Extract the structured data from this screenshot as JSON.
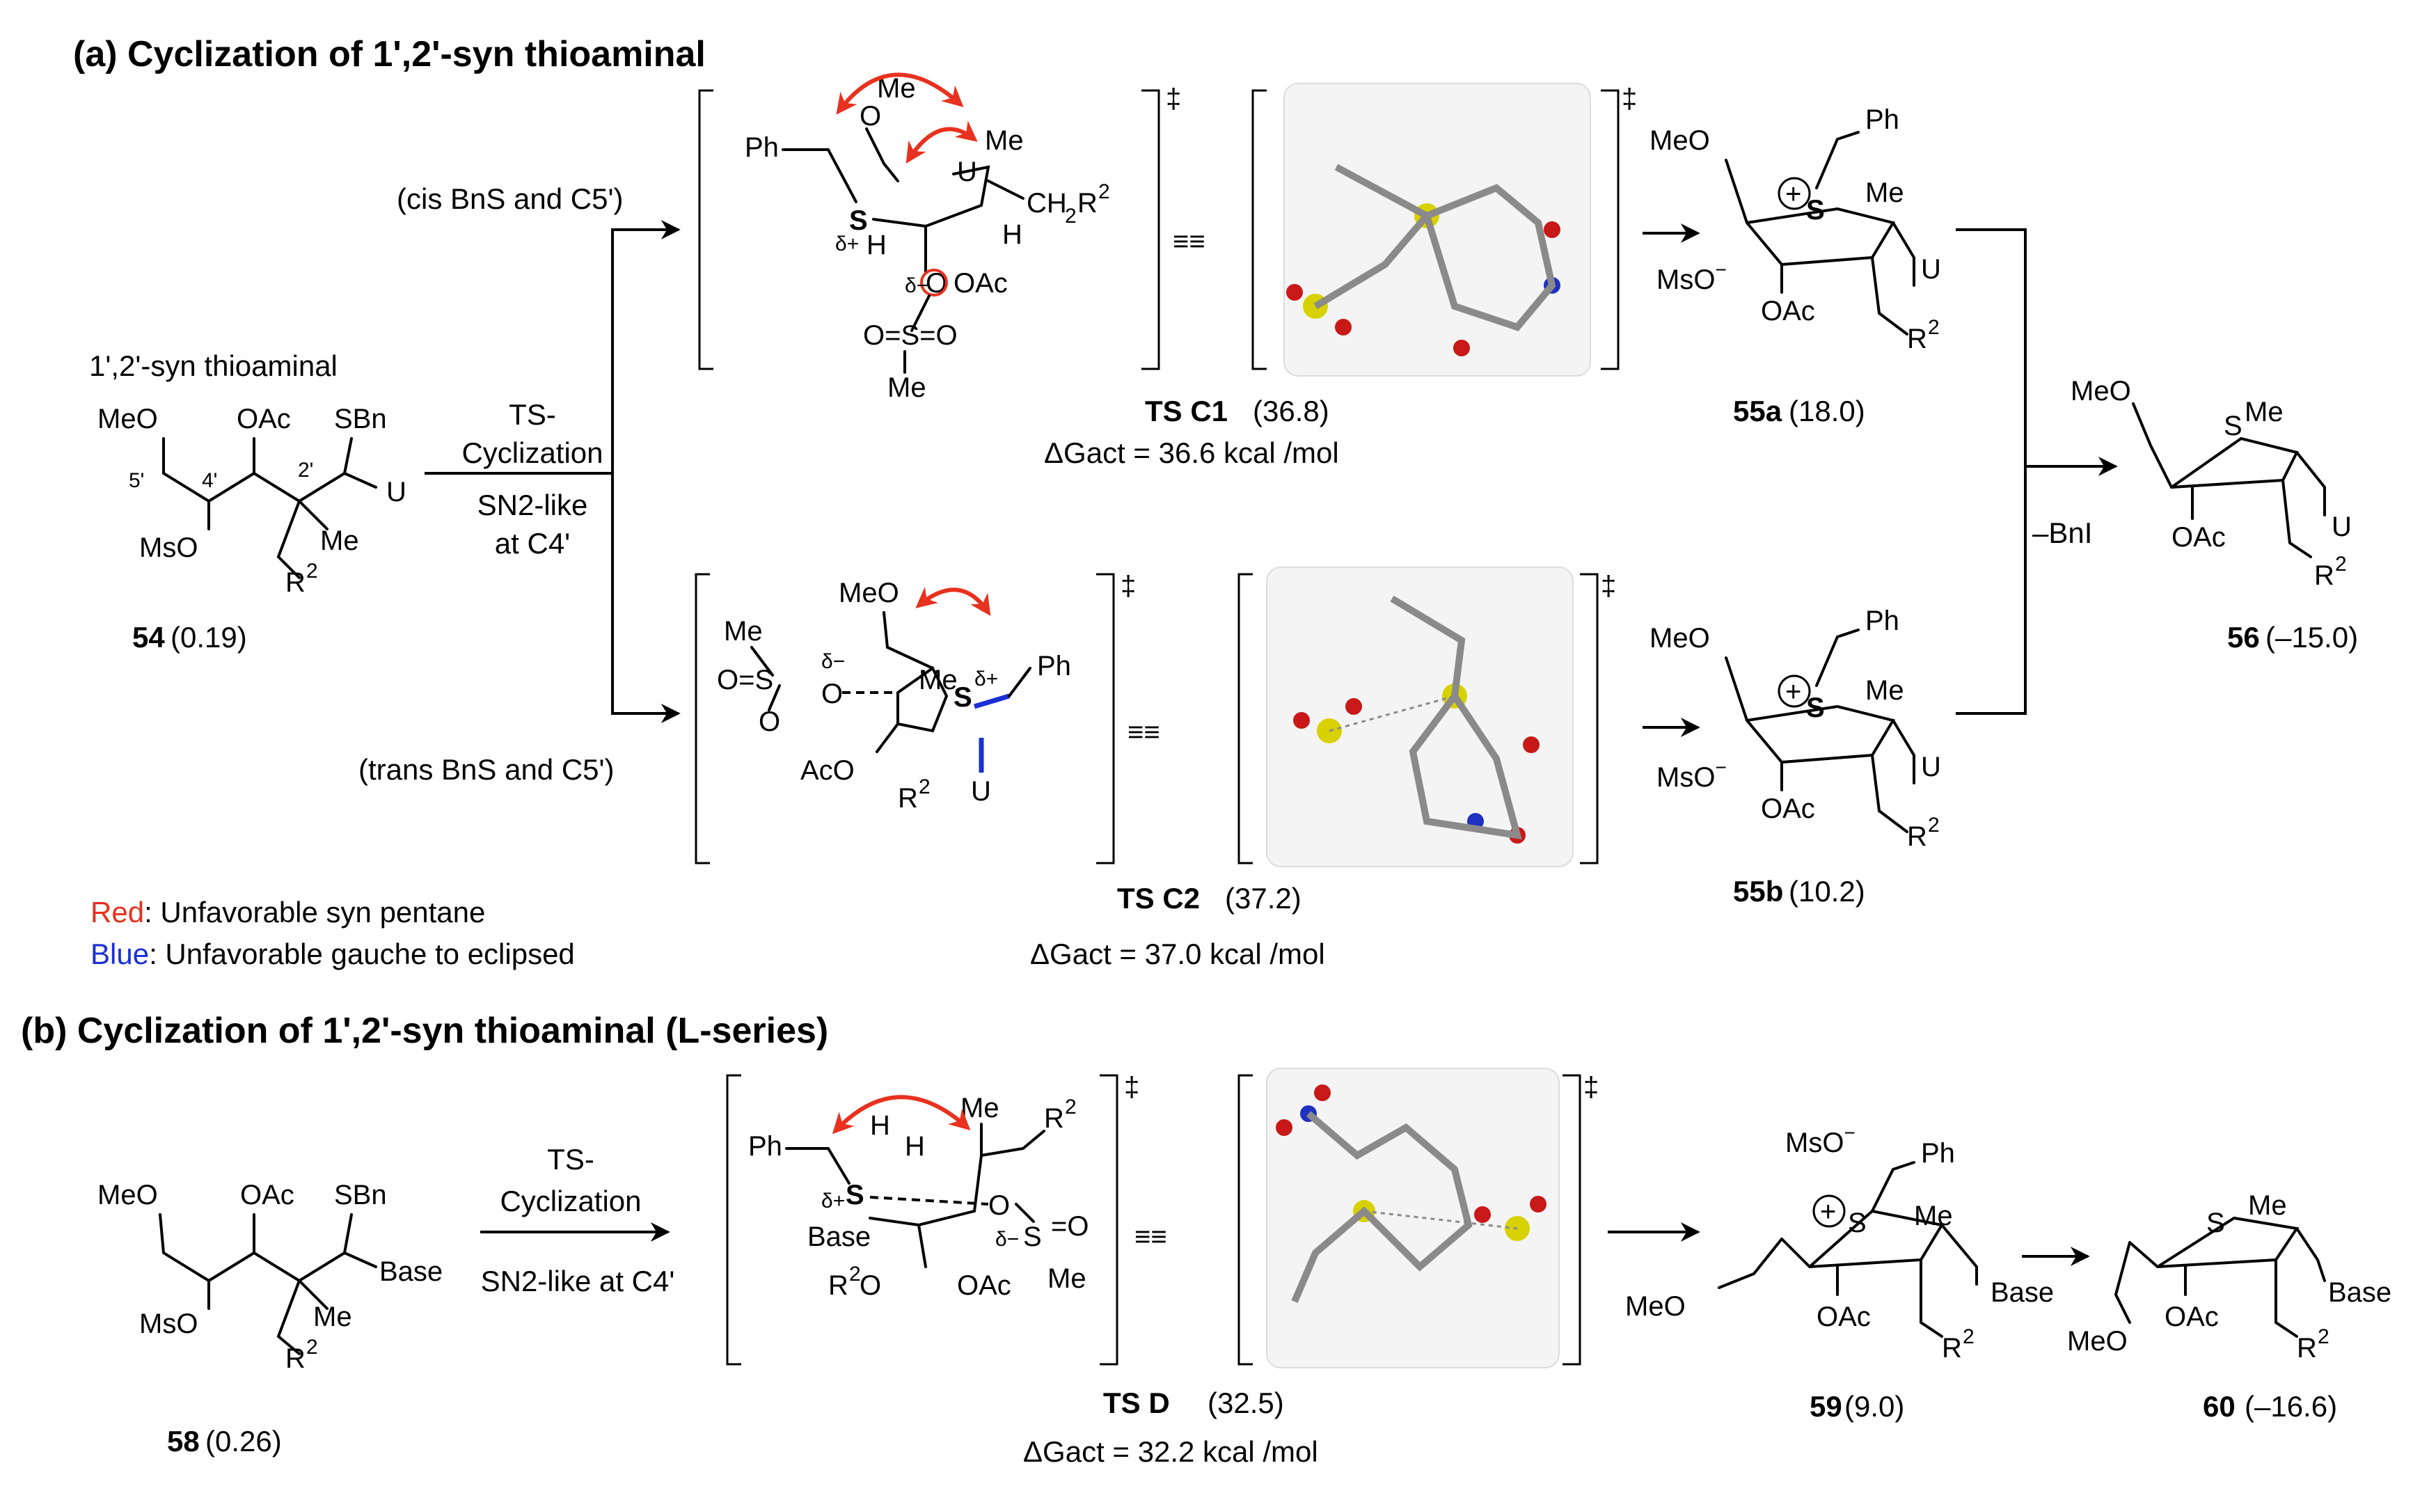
{
  "headings": {
    "a": "(a) Cyclization of 1',2'-syn thioaminal",
    "b": "(b) Cyclization of 1',2'-syn thioaminal (L-series)"
  },
  "legend": {
    "red_word": "Red",
    "red_text": ": Unfavorable syn pentane",
    "blue_word": "Blue",
    "blue_text": ": Unfavorable gauche to eclipsed",
    "red_color": "#e8311e",
    "blue_color": "#1b2fd6",
    "sulfur_color": "#9a8a00"
  },
  "panel_a": {
    "start_caption": "1',2'-syn thioaminal",
    "start_id": "54",
    "start_energy": "(0.19)",
    "conditions": [
      "TS-",
      "Cyclization",
      "SN2-like",
      "at C4'"
    ],
    "branch_cis": "(cis BnS and C5')",
    "branch_trans": "(trans BnS and C5')",
    "ts1_label": "TS C1",
    "ts1_energy": "(36.8)",
    "ts1_dg": "ΔGact = 36.6 kcal /mol",
    "ts2_label": "TS C2",
    "ts2_energy": "(37.2)",
    "ts2_dg": "ΔGact = 37.0 kcal /mol",
    "p1_id": "55a",
    "p1_energy": "(18.0)",
    "p2_id": "55b",
    "p2_energy": "(10.2)",
    "merge_reagent": "–BnI",
    "final_id": "56",
    "final_energy": "(–15.0)"
  },
  "panel_b": {
    "start_id": "58",
    "start_energy": "(0.26)",
    "conditions": [
      "TS-",
      "Cyclization",
      "SN2-like at C4'"
    ],
    "ts_label": "TS D",
    "ts_energy": "(32.5)",
    "ts_dg": "ΔGact = 32.2 kcal /mol",
    "p1_id": "59",
    "p1_energy": "(9.0)",
    "final_id": "60",
    "final_energy": "(–16.6)"
  }
}
